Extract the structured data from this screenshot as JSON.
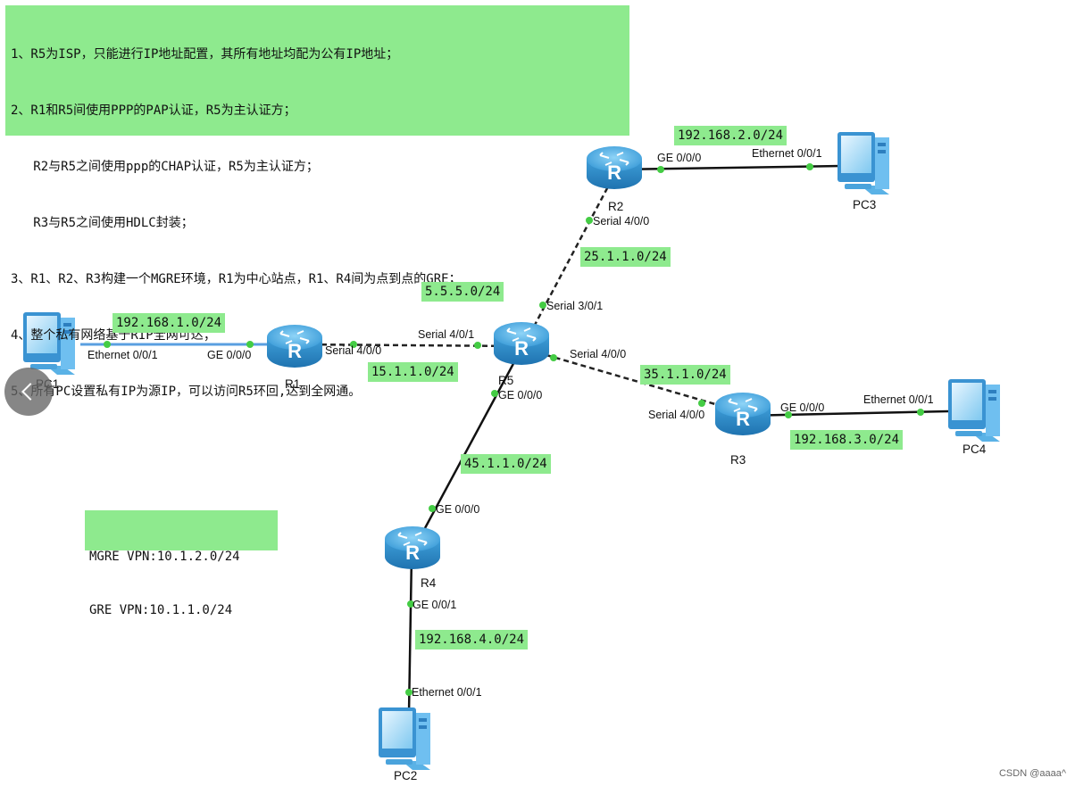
{
  "requirements": [
    "1、R5为ISP，只能进行IP地址配置，其所有地址均配为公有IP地址；",
    "2、R1和R5间使用PPP的PAP认证，R5为主认证方；",
    "   R2与R5之间使用ppp的CHAP认证，R5为主认证方；",
    "   R3与R5之间使用HDLC封装；",
    "3、R1、R2、R3构建一个MGRE环境，R1为中心站点，R1、R4间为点到点的GRE；",
    "4、整个私有网络基于RIP全网可达；",
    "5、所有PC设置私有IP为源IP，可以访问R5环回,达到全网通。"
  ],
  "vpn_info": [
    "MGRE VPN:10.1.2.0/24",
    "GRE VPN:10.1.1.0/24"
  ],
  "devices": {
    "R1": "R1",
    "R2": "R2",
    "R3": "R3",
    "R4": "R4",
    "R5": "R5",
    "PC1": "PC1",
    "PC2": "PC2",
    "PC3": "PC3",
    "PC4": "PC4"
  },
  "subnets": {
    "lan1": "192.168.1.0/24",
    "lan2": "192.168.2.0/24",
    "lan3": "192.168.3.0/24",
    "lan4": "192.168.4.0/24",
    "r1_r5": "15.1.1.0/24",
    "r2_r5": "25.1.1.0/24",
    "r3_r5": "35.1.1.0/24",
    "r4_r5": "45.1.1.0/24",
    "loopback": "5.5.5.0/24"
  },
  "ports": {
    "pc1_eth": "Ethernet 0/0/1",
    "r1_ge": "GE 0/0/0",
    "r1_serial": "Serial 4/0/0",
    "r5_s401": "Serial 4/0/1",
    "r5_s301": "Serial 3/0/1",
    "r5_s400": "Serial 4/0/0",
    "r5_ge": "GE 0/0/0",
    "r2_serial": "Serial 4/0/0",
    "r2_ge": "GE 0/0/0",
    "pc3_eth": "Ethernet 0/0/1",
    "r3_serial": "Serial 4/0/0",
    "r3_ge": "GE 0/0/0",
    "pc4_eth": "Ethernet 0/0/1",
    "r4_ge0": "GE 0/0/0",
    "r4_ge1": "GE 0/0/1",
    "pc2_eth": "Ethernet 0/0/1"
  },
  "link_colors": {
    "ethernet": "#111111",
    "serial": "#222222",
    "pc1_link": "#5a9fe0",
    "endpoint": "#44cc44"
  },
  "watermark": "CSDN @aaaa^"
}
